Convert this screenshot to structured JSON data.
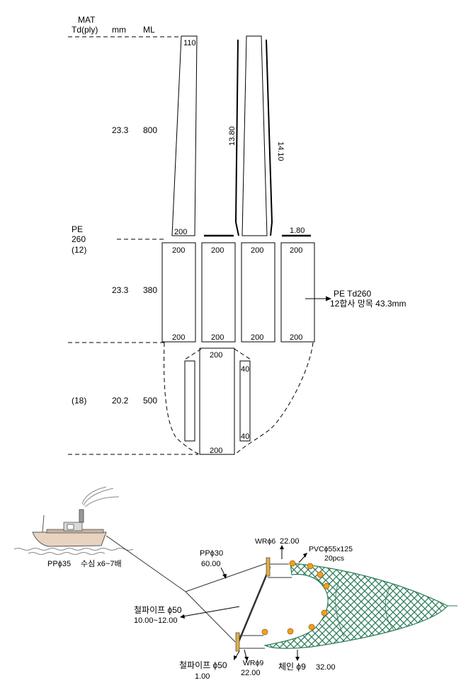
{
  "header": {
    "mat": "MAT",
    "td": "Td(ply)",
    "mm": "mm",
    "ml": "ML"
  },
  "sections": {
    "top": {
      "mm": "23.3",
      "ml": "800"
    },
    "mid": {
      "mat": "PE",
      "td": "260",
      "ply": "(12)",
      "mm": "23.3",
      "ml": "380"
    },
    "bottom": {
      "ply": "(18)",
      "mm": "20.2",
      "ml": "500"
    }
  },
  "panels": {
    "taper_top": "110",
    "taper_bottom": "200",
    "side_len_a": "13.80",
    "side_len_b": "14.10",
    "rope_len": "1.80",
    "mid_top": [
      "200",
      "200",
      "200",
      "200"
    ],
    "mid_bottom": [
      "200",
      "200",
      "200",
      "200"
    ],
    "cod_top": "200",
    "cod_bottom": "200",
    "side_top": "40",
    "side_bottom": "40"
  },
  "material_note": {
    "line1": "PE Td260",
    "line2": "12합사 망목 43.3mm"
  },
  "rigging": {
    "warp": "PPϕ35",
    "warp_depth": "수심 x6~7배",
    "bridle": "PPϕ30",
    "bridle_len": "60.00",
    "upper_wire": "WRϕ6",
    "upper_wire_len": "22.00",
    "floats": "PVCϕ55x125",
    "floats_count": "20pcs",
    "beam_pipe": "철파이프 ϕ50",
    "beam_len": "10.00~12.00",
    "lower_pipe": "철파이프 ϕ50",
    "lower_pipe_len": "1.00",
    "lower_wire": "WRϕ9",
    "lower_wire_len": "22.00",
    "chain": "체인 ϕ9",
    "chain_len": "32.00"
  },
  "colors": {
    "net": "#2e7d5a",
    "float": "#f0a020",
    "hull": "#e8d2c0"
  },
  "icons": [
    "boat-icon",
    "float-icon"
  ]
}
